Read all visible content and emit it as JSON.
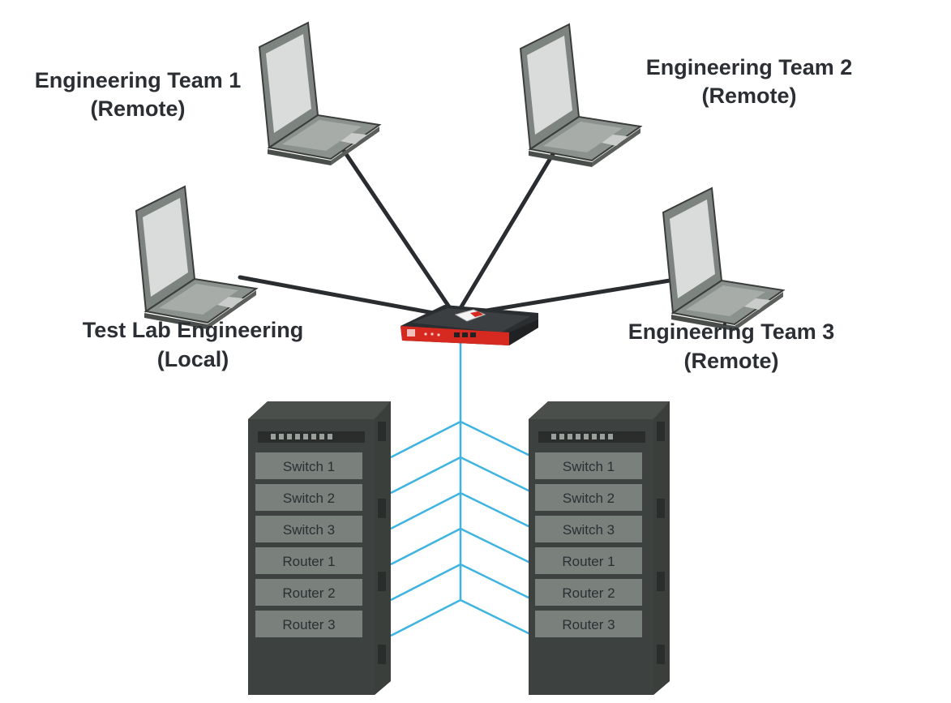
{
  "laptops": {
    "team1": {
      "name": "Engineering Team 1",
      "location": "(Remote)"
    },
    "team2": {
      "name": "Engineering Team 2",
      "location": "(Remote)"
    },
    "team3": {
      "name": "Engineering Team 3",
      "location": "(Remote)"
    },
    "local": {
      "name": "Test Lab Engineering",
      "location": "(Local)"
    }
  },
  "racks": {
    "left": {
      "slots": [
        "Switch 1",
        "Switch 2",
        "Switch 3",
        "Router 1",
        "Router 2",
        "Router 3"
      ]
    },
    "right": {
      "slots": [
        "Switch 1",
        "Switch 2",
        "Switch 3",
        "Router 1",
        "Router 2",
        "Router 3"
      ]
    }
  },
  "colors": {
    "link_dark": "#2a2d30",
    "link_blue": "#3fb4e0",
    "appliance_red": "#d6291f",
    "rack_body": "#3d413f",
    "slot_fill": "#7a807c"
  }
}
